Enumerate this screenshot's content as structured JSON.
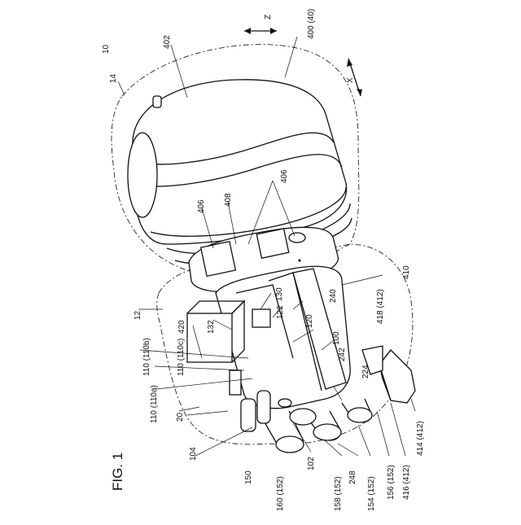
{
  "figure": {
    "title": "FIG. 1",
    "labels": {
      "l10": "10",
      "l14": "14",
      "l402": "402",
      "l400": "400 (40)",
      "lz": "Z",
      "lx": "X",
      "l406a": "406",
      "l406b": "406",
      "l408": "408",
      "l410": "410",
      "l12": "12",
      "l132": "132",
      "l130": "130",
      "l122": "122",
      "l240": "240",
      "l420": "420",
      "l120": "120",
      "l418": "418 (412)",
      "l110b": "110 (110b)",
      "l110c": "110 (110c)",
      "l100": "100",
      "l110a": "110 (110a)",
      "l242": "242",
      "l224": "224",
      "l20": "20",
      "l104": "104",
      "l102": "102",
      "l150": "150",
      "l160": "160 (152)",
      "l158": "158 (152)",
      "l248": "248",
      "l154": "154 (152)",
      "l156": "156 (152)",
      "l416": "416 (412)",
      "l414": "414 (412)"
    }
  }
}
